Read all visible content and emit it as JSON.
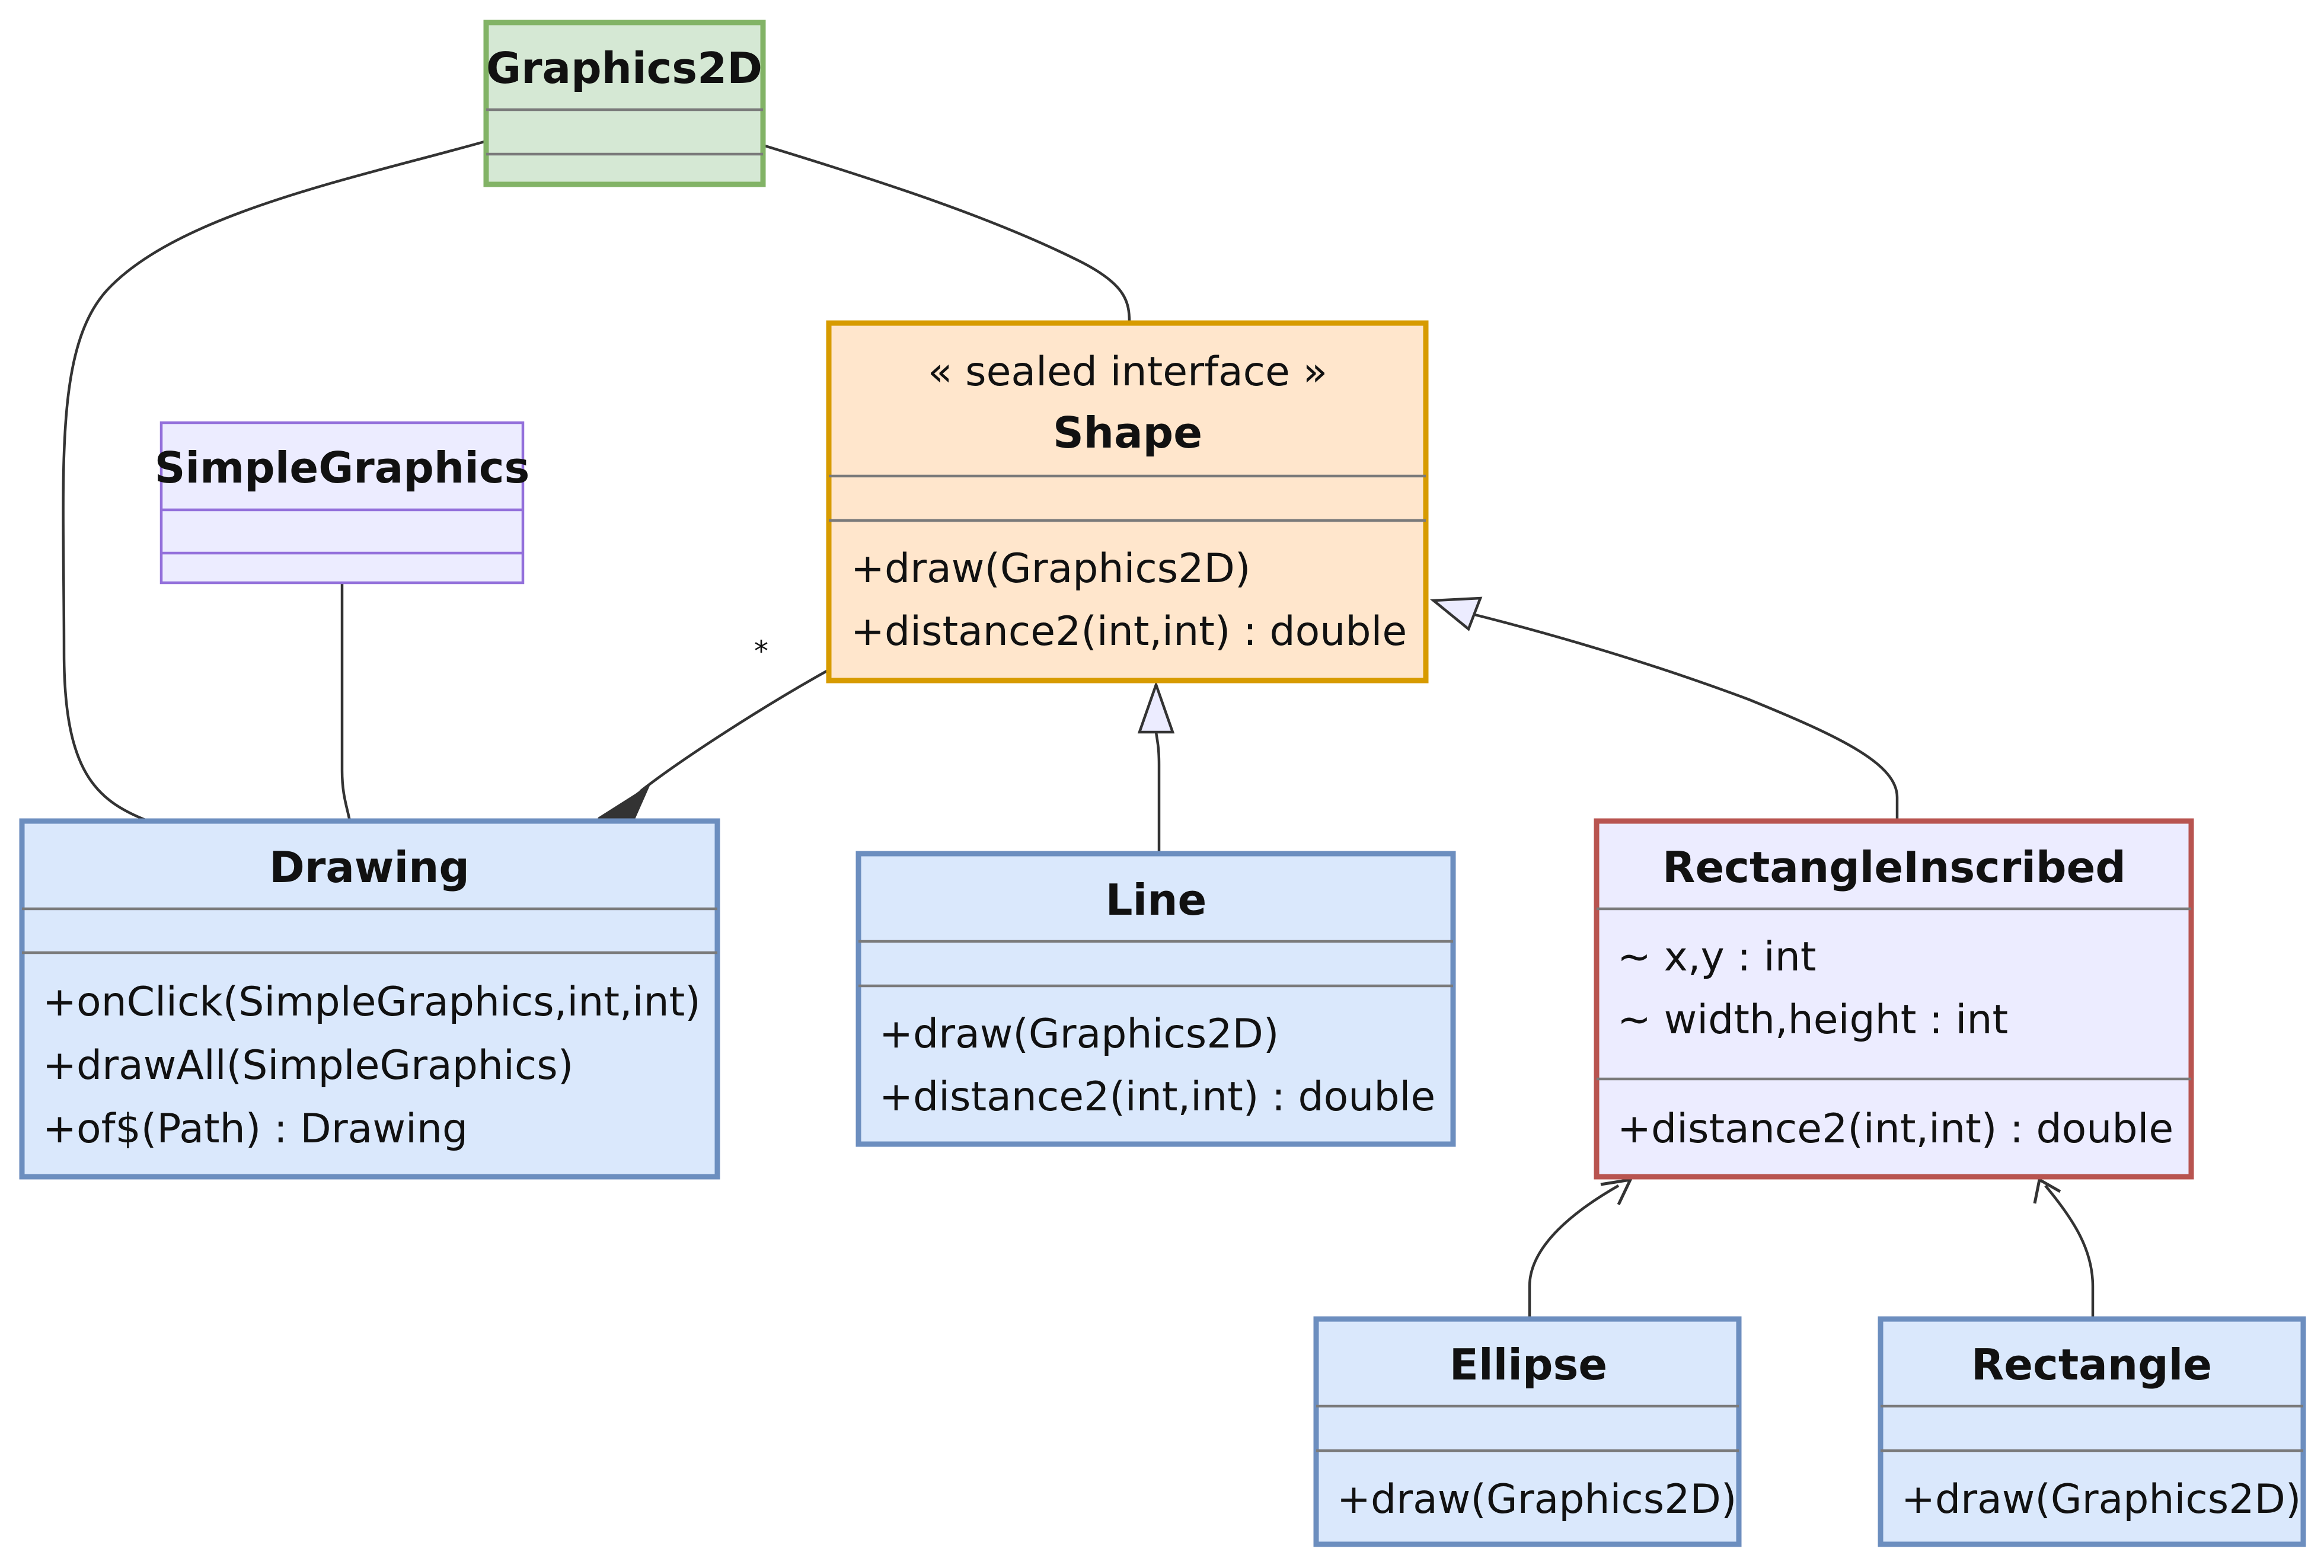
{
  "classes": {
    "graphics2d": {
      "name": "Graphics2D",
      "attributes": [],
      "methods": [],
      "fill": "#d5e8d4",
      "stroke": "#82b366"
    },
    "simplegraphics": {
      "name": "SimpleGraphics",
      "attributes": [],
      "methods": [],
      "fill": "#ececff",
      "stroke": "#9370db"
    },
    "shape": {
      "stereotype": "« sealed interface »",
      "name": "Shape",
      "attributes": [],
      "methods": [
        "+draw(Graphics2D)",
        "+distance2(int,int) : double"
      ],
      "fill": "#ffe6cc",
      "stroke": "#d79b00"
    },
    "drawing": {
      "name": "Drawing",
      "attributes": [],
      "methods": [
        "+onClick(SimpleGraphics,int,int)",
        "+drawAll(SimpleGraphics)",
        "+of$(Path) : Drawing"
      ],
      "fill": "#dae8fc",
      "stroke": "#6c8ebf"
    },
    "line": {
      "name": "Line",
      "attributes": [],
      "methods": [
        "+draw(Graphics2D)",
        "+distance2(int,int) : double"
      ],
      "fill": "#dae8fc",
      "stroke": "#6c8ebf"
    },
    "rectangleinscribed": {
      "name": "RectangleInscribed",
      "attributes": [
        "~ x,y : int",
        "~ width,height : int"
      ],
      "methods": [
        "+distance2(int,int) : double"
      ],
      "fill": "#ececff",
      "stroke": "#b85450"
    },
    "ellipse": {
      "name": "Ellipse",
      "attributes": [],
      "methods": [
        "+draw(Graphics2D)"
      ],
      "fill": "#dae8fc",
      "stroke": "#6c8ebf"
    },
    "rectangle": {
      "name": "Rectangle",
      "attributes": [],
      "methods": [
        "+draw(Graphics2D)"
      ],
      "fill": "#dae8fc",
      "stroke": "#6c8ebf"
    }
  },
  "relations": [
    {
      "from": "graphics2d",
      "to": "drawing",
      "type": "association"
    },
    {
      "from": "graphics2d",
      "to": "shape",
      "type": "association"
    },
    {
      "from": "simplegraphics",
      "to": "drawing",
      "type": "association"
    },
    {
      "from": "shape",
      "to": "drawing",
      "type": "composition",
      "multiplicity": "*"
    },
    {
      "from": "line",
      "to": "shape",
      "type": "realization"
    },
    {
      "from": "rectangleinscribed",
      "to": "shape",
      "type": "realization"
    },
    {
      "from": "ellipse",
      "to": "rectangleinscribed",
      "type": "dependency"
    },
    {
      "from": "rectangle",
      "to": "rectangleinscribed",
      "type": "dependency"
    }
  ],
  "labels": {
    "multiplicity_star": "*"
  }
}
